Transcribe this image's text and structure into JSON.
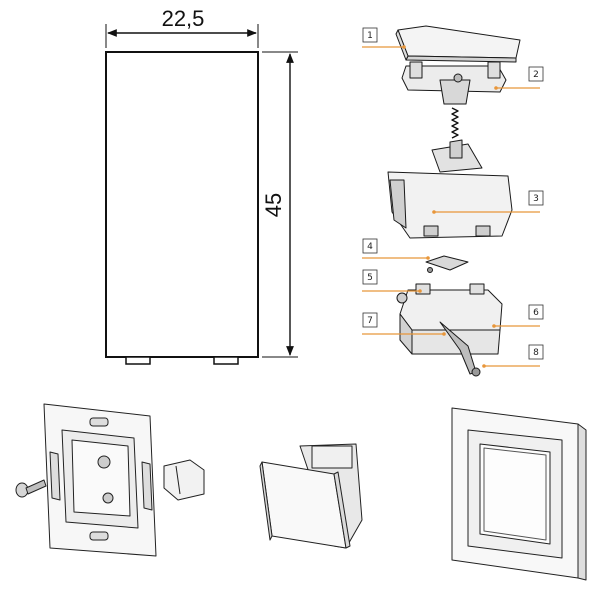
{
  "dimensions": {
    "width_label": "22,5",
    "height_label": "45"
  },
  "callouts": [
    {
      "id": "1",
      "label": "1"
    },
    {
      "id": "2",
      "label": "2"
    },
    {
      "id": "3",
      "label": "3"
    },
    {
      "id": "4",
      "label": "4"
    },
    {
      "id": "5",
      "label": "5"
    },
    {
      "id": "6",
      "label": "6"
    },
    {
      "id": "7",
      "label": "7"
    },
    {
      "id": "8",
      "label": "8"
    }
  ],
  "colors": {
    "leader": "#e8963a",
    "line": "#1a1a1a",
    "part_fill": "#f2f2f2",
    "part_shade": "#cfcfcf"
  }
}
